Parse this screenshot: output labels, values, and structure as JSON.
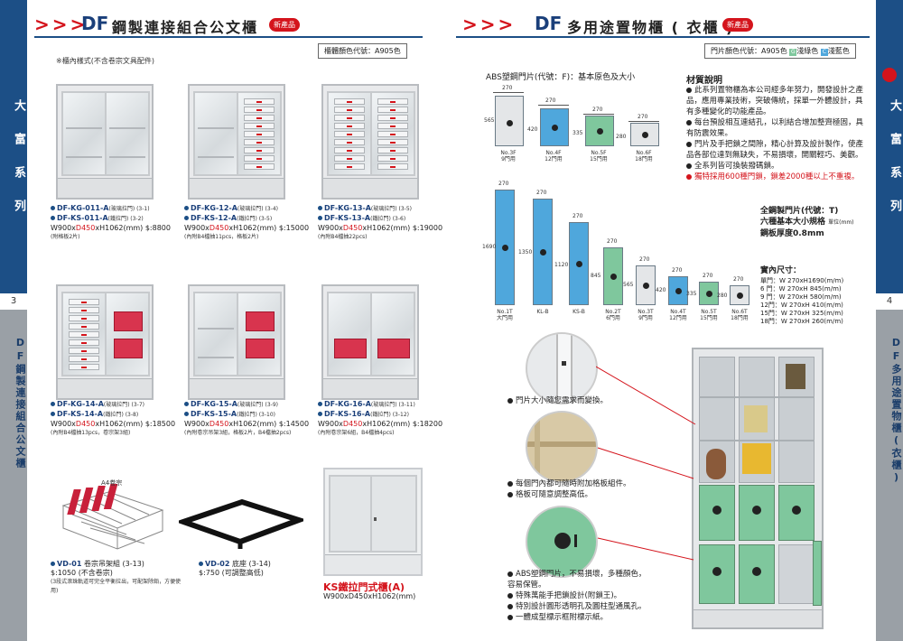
{
  "sidebar_left": {
    "brand": "大富系列",
    "subtitle": "DF鋼製連接組合公文櫃",
    "page_no": "3"
  },
  "sidebar_right": {
    "brand": "大富系列",
    "subtitle": "DF多用途置物櫃(衣櫃)",
    "page_no": "4"
  },
  "left_page": {
    "chevrons": "> > >",
    "brand": "DF",
    "title": "鋼製連接組合公文櫃",
    "badge": "新產品",
    "color_code": "櫃體顏色代號：A905色",
    "note": "※櫃內樣式(不含卷宗文具配件)",
    "products": [
      {
        "line1": "DF-KG-011-A",
        "line1_note": "(玻璃拉門) (3-1)",
        "line2": "DF-KS-011-A",
        "line2_note": "(鐵拉門) (3-2)",
        "size_pre": "W900x",
        "size_red": "D450",
        "size_post": "xH1062(mm) $:8800",
        "extra": "(附格板2片)"
      },
      {
        "line1": "DF-KG-12-A",
        "line1_note": "(玻璃拉門) (3-4)",
        "line2": "DF-KS-12-A",
        "line2_note": "(鐵拉門) (3-5)",
        "size_pre": "W900x",
        "size_red": "D450",
        "size_post": "xH1062(mm) $:15000",
        "extra": "(內附B4檔抽11pcs，格板2片)"
      },
      {
        "line1": "DF-KG-13-A",
        "line1_note": "(玻璃拉門) (3-5)",
        "line2": "DF-KS-13-A",
        "line2_note": "(鐵拉門) (3-6)",
        "size_pre": "W900x",
        "size_red": "D450",
        "size_post": "xH1062(mm) $:19000",
        "extra": "(內附B4檔抽22pcs)"
      },
      {
        "line1": "DF-KG-14-A",
        "line1_note": "(玻璃拉門) (3-7)",
        "line2": "DF-KS-14-A",
        "line2_note": "(鐵拉門) (3-8)",
        "size_pre": "W900x",
        "size_red": "D450",
        "size_post": "xH1062(mm) $:18500",
        "extra": "(內附B4檔抽13pcs，卷宗架3組)"
      },
      {
        "line1": "DF-KG-15-A",
        "line1_note": "(玻璃拉門) (3-9)",
        "line2": "DF-KS-15-A",
        "line2_note": "(鐵拉門) (3-10)",
        "size_pre": "W900x",
        "size_red": "D450",
        "size_post": "xH1062(mm) $:14500",
        "extra": "(內附卷宗吊架3組，格板2片，B4檔抽2pcs)"
      },
      {
        "line1": "DF-KG-16-A",
        "line1_note": "(玻璃拉門) (3-11)",
        "line2": "DF-KS-16-A",
        "line2_note": "(鐵拉門) (3-12)",
        "size_pre": "W900x",
        "size_red": "D450",
        "size_post": "xH1062(mm) $:18200",
        "extra": "(內附卷宗架6組，B4檔抽4pcs)"
      }
    ],
    "accessories": [
      {
        "code": "VD-01",
        "name": "卷宗吊架組 (3-13)",
        "price": "$:1050 (不含卷宗)",
        "desc": "(3段式滾珠軌道可完全平衡拉出，可配架除鉛，方便使用)",
        "label": "A4卷宗"
      },
      {
        "code": "VD-02",
        "name": "底座 (3-14)",
        "price": "$:750 (可調整高低)"
      }
    ],
    "ks_door": {
      "title": "KS鐵拉門式櫃(A)",
      "size": "W900xD450xH1062(mm)"
    }
  },
  "right_page": {
    "chevrons": "> > >",
    "brand": "DF",
    "title": "多用途置物櫃 ( 衣櫃 )",
    "badge": "新產品",
    "color_code": "門片顏色代號：A905色",
    "color_green": "淺綠色",
    "color_blue": "淺藍色",
    "color_green_box": "G",
    "color_blue_box": "C",
    "abs_title": "ABS塑鋼門片(代號：F)：基本原色及大小",
    "abs_doors": [
      {
        "dim_w": "270",
        "dim_h": "565",
        "cap1": "No.3F",
        "cap2": "9門用"
      },
      {
        "dim_w": "270",
        "dim_h": "420",
        "cap1": "No.4F",
        "cap2": "12門用"
      },
      {
        "dim_w": "270",
        "dim_h": "335",
        "cap1": "No.5F",
        "cap2": "15門用"
      },
      {
        "dim_w": "270",
        "dim_h": "280",
        "cap1": "No.6F",
        "cap2": "18門用"
      }
    ],
    "material_title": "材質說明",
    "material_items": [
      "此系列置物櫃為本公司經多年努力，開發設計之產品，應用專業技術，突破傳統，採單一外體設計，具有多種變化的功能產品。",
      "每台預設相互連結孔，以利結合增加整齊極固，具有防震效果。",
      "門片及手把鎖之間隙，精心計算及設計製作，使產品各部位達到無缺失，不易損壞，開關輕巧、美觀。",
      "全系列皆可換裝撥碼鎖。"
    ],
    "material_red": "獨特採用600種門鎖，鎖差2000種以上不重複。",
    "steel_doors": [
      {
        "dim_w": "270",
        "dim_h": "1690",
        "cap1": "No.1T",
        "cap2": "大門用"
      },
      {
        "dim_w": "270",
        "dim_h": "1350",
        "cap1": "KL-B",
        "cap2": ""
      },
      {
        "dim_w": "270",
        "dim_h": "1120",
        "cap1": "KS-B",
        "cap2": ""
      },
      {
        "dim_w": "270",
        "dim_h": "845",
        "cap1": "No.2T",
        "cap2": "6門用"
      },
      {
        "dim_w": "270",
        "dim_h": "565",
        "cap1": "No.3T",
        "cap2": "9門用"
      },
      {
        "dim_w": "270",
        "dim_h": "420",
        "cap1": "No.4T",
        "cap2": "12門用"
      },
      {
        "dim_w": "270",
        "dim_h": "335",
        "cap1": "No.5T",
        "cap2": "15門用"
      },
      {
        "dim_w": "270",
        "dim_h": "280",
        "cap1": "No.6T",
        "cap2": "18門用"
      }
    ],
    "steel_title": "全鋼製門片(代號：T)",
    "steel_sub": "六種基本大小規格",
    "steel_unit": "單位(mm)",
    "steel_thick": "鋼板厚度0.8mm",
    "inner_title": "實內尺寸：",
    "inner_sizes": [
      "單門：W 270xH1690(m/m)",
      "6  門：W 270xH  845(m/m)",
      "9  門：W 270xH  580(m/m)",
      "12門：W 270xH  410(m/m)",
      "15門：W 270xH  325(m/m)",
      "18門：W 270xH  260(m/m)"
    ],
    "feature1": "門片大小隨您需求而變換。",
    "feature2a": "每個門內都可隨時附加格板組件。",
    "feature2b": "格板可隨意調整高低。",
    "feature3": [
      "ABS塑鋼門片，不易損壞，多種顏色，容易保管。",
      "特殊萬能手把鎖設計(附鎖王)。",
      "特別設計圓形透明孔及圓柱型通風孔。",
      "一體成型標示框附標示紙。"
    ]
  }
}
